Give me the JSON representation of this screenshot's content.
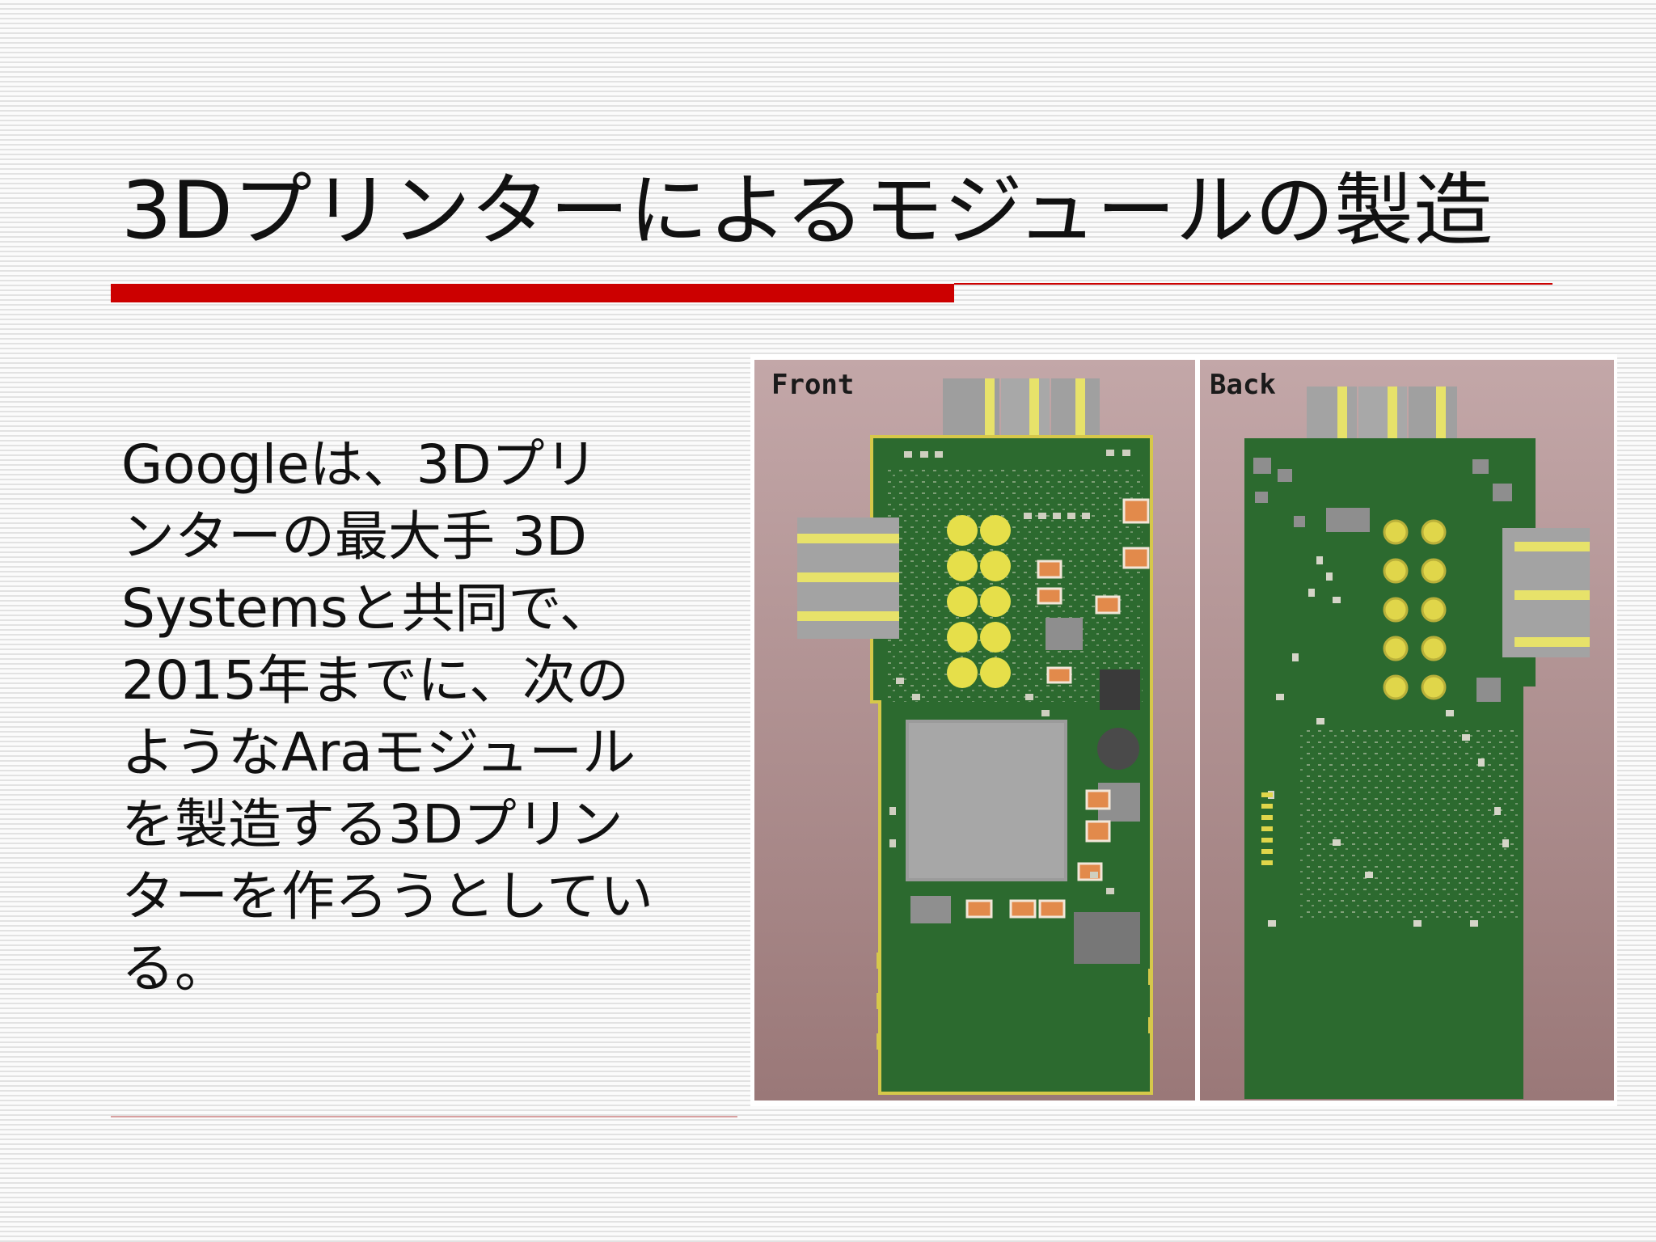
{
  "slide": {
    "title": "3Dプリンターによるモジュールの製造",
    "body": "Googleは、3Dプリ\nンターの最大手 3D\nSystemsと共同で、\n2015年までに、次の\nようなAraモジュール\nを製造する3Dプリン\nターを作ろうとしてい\nる。"
  },
  "figure": {
    "front_label": "Front",
    "back_label": "Back"
  },
  "colors": {
    "accent": "#cc0000",
    "pcb_green": "#2c6a2f",
    "render_bg": "#a98a8b"
  }
}
